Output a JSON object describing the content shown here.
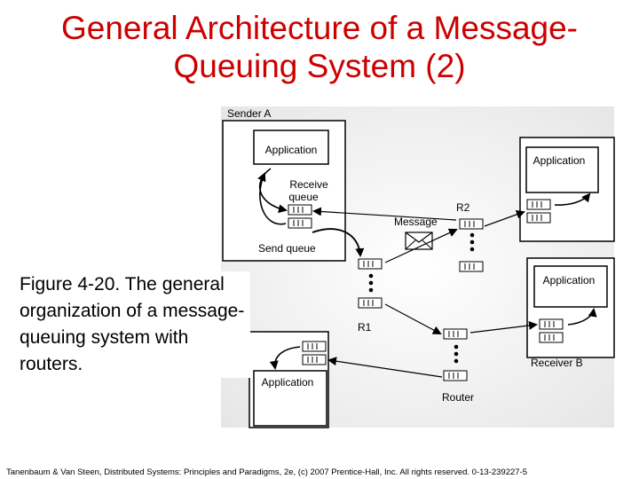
{
  "slide": {
    "title_line1": "General Architecture of a Message-",
    "title_line2": "Queuing System (2)",
    "caption": "Figure 4-20. The general organization of a message-queuing system with routers.",
    "footer": "Tanenbaum & Van Steen, Distributed Systems: Principles and Paradigms, 2e, (c) 2007 Prentice-Hall, Inc. All rights reserved. 0-13-239227-5"
  },
  "diagram": {
    "sender_a": "Sender A",
    "application": "Application",
    "receive_queue_line1": "Receive",
    "receive_queue_line2": "queue",
    "send_queue": "Send queue",
    "message": "Message",
    "r1": "R1",
    "r2": "R2",
    "router": "Router",
    "receiver_b": "Receiver B"
  }
}
